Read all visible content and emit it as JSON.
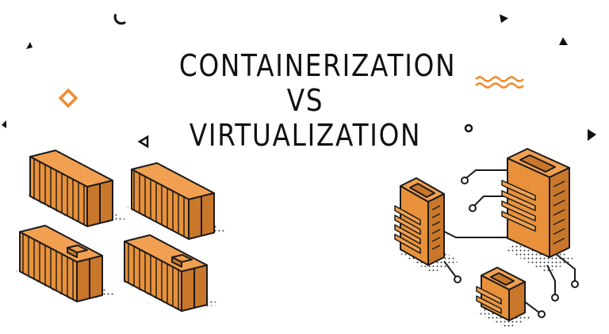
{
  "title": {
    "line1": "CONTAINERIZATION",
    "line2": "VS",
    "line3": "VIRTUALIZATION"
  },
  "colors": {
    "orange": "#e8913a",
    "orange_dark": "#c9772a",
    "outline": "#1a1a1a",
    "accent": "#f08c2e"
  },
  "illustrations": {
    "left": "shipping-containers-icon",
    "right": "server-towers-icon"
  }
}
